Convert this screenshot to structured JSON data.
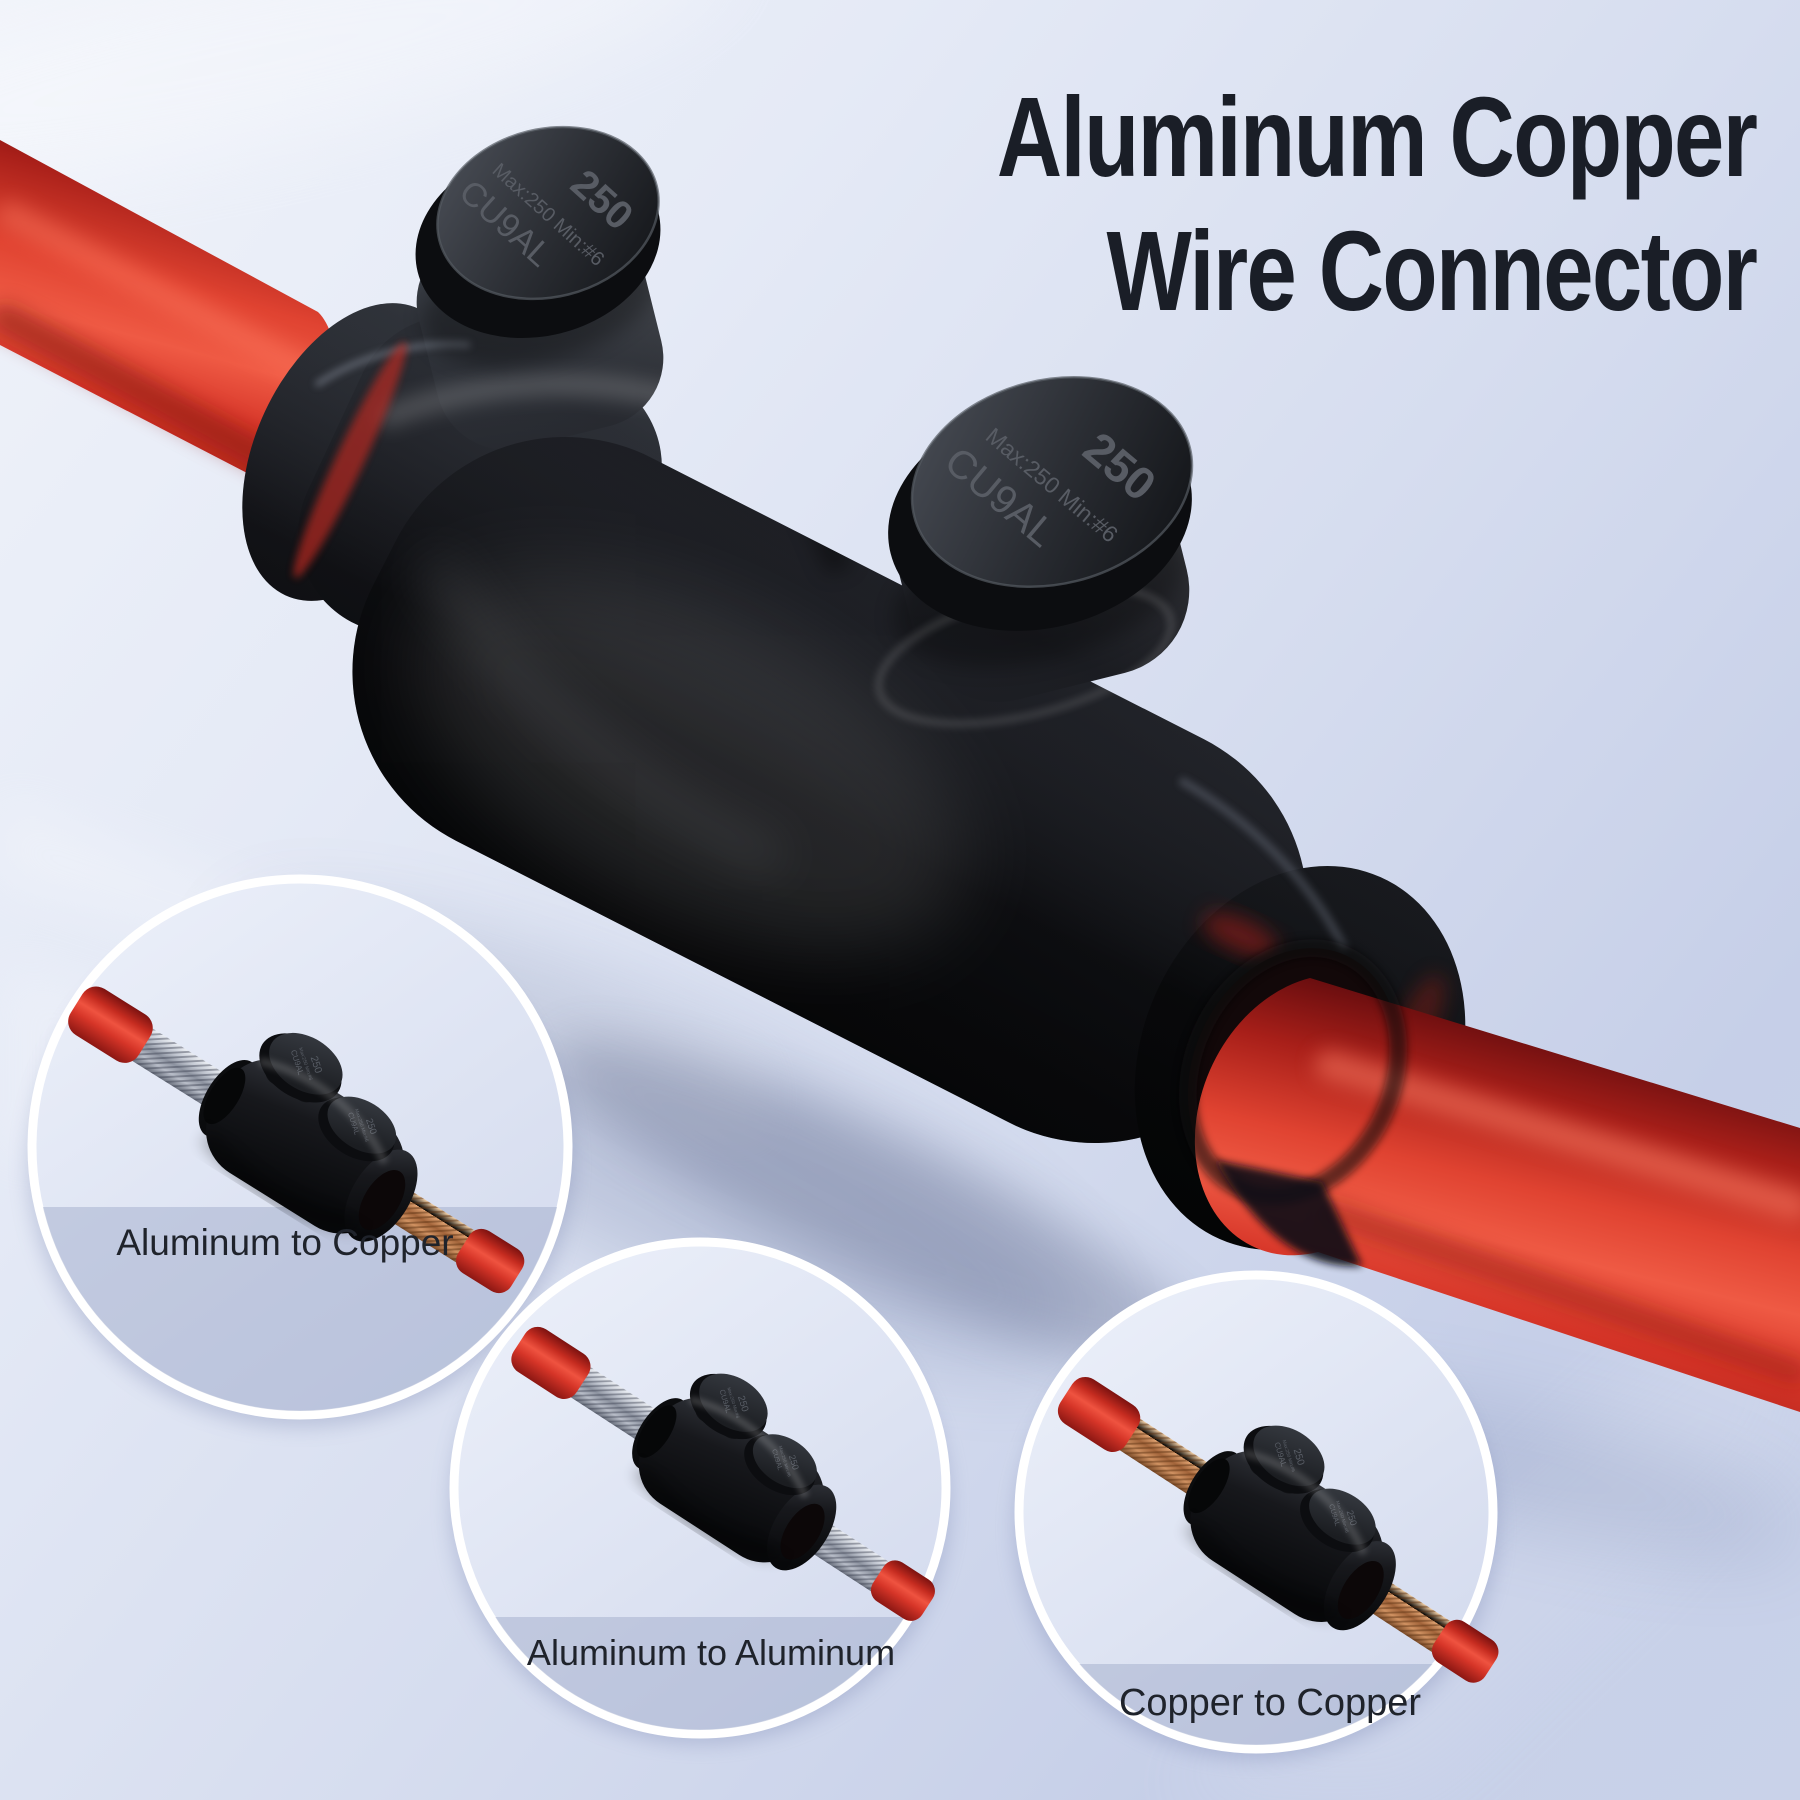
{
  "title": {
    "line1": "Aluminum Copper",
    "line2": "Wire Connector"
  },
  "product": {
    "name": "insulated dual-port wire connector",
    "cap_markings": {
      "size": "250",
      "range": "Max:250 Min:#6",
      "material": "CU9AL"
    }
  },
  "insets": [
    {
      "label": "Aluminum to Copper",
      "left_wire": "aluminum",
      "right_wire": "copper"
    },
    {
      "label": "Aluminum to Aluminum",
      "left_wire": "aluminum",
      "right_wire": "aluminum"
    },
    {
      "label": "Copper to Copper",
      "left_wire": "copper",
      "right_wire": "copper"
    }
  ],
  "colors": {
    "background_top": "#f0f3fa",
    "background_bottom": "#c9d2e9",
    "cable_red": "#e04331",
    "connector_black": "#141519",
    "title_text": "#1a1e27",
    "label_text": "#1f232b",
    "circle_border": "#ffffff",
    "label_band": "#97a3c4"
  }
}
